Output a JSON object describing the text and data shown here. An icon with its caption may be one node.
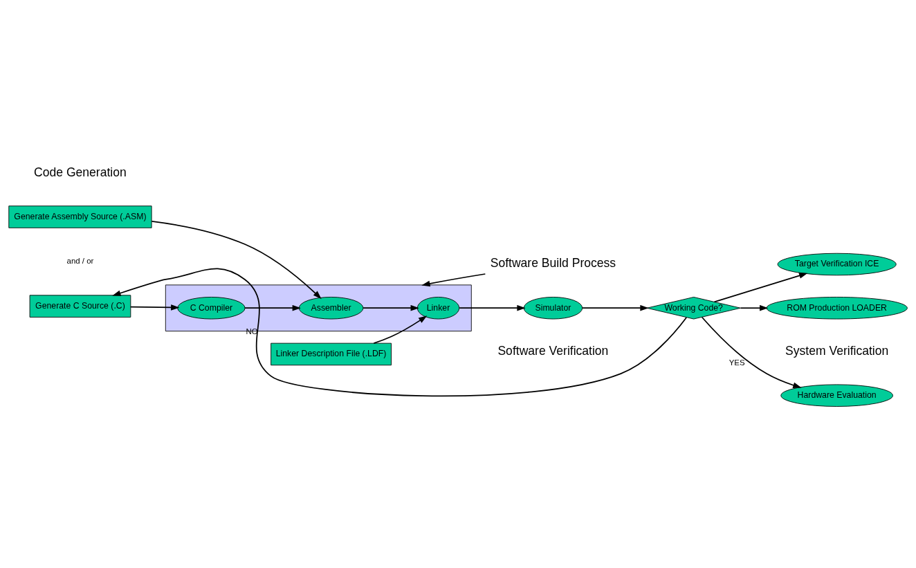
{
  "diagram": {
    "nodes": [
      {
        "text": [
          "Linker Description File (.LDF)"
        ]
      },
      {
        "text": [
          "Generate Assembly Source (.ASM)"
        ]
      },
      {
        "text": [],
        "shape": "box"
      },
      {
        "text": [
          "Assembler"
        ],
        "in": 2
      },
      {
        "text": [
          "Linker"
        ],
        "in": 2
      },
      {
        "text": [
          "C Compiler"
        ],
        "in": 2
      },
      {
        "text": [
          "Software Build Process"
        ]
      },
      {
        "text": [
          "Generate C Source (.C)"
        ]
      },
      {
        "text": [
          "Simulator"
        ]
      },
      {
        "text": [
          "Hardware Evaluation"
        ]
      },
      {
        "text": [
          "Target Verification ICE"
        ]
      },
      {
        "text": [
          "Working Code?"
        ]
      },
      {
        "text": [
          "ROM Production LOADER"
        ]
      }
    ],
    "edges": [
      {
        "from": 1,
        "to": 3,
        "arrow": "to"
      },
      {
        "from": 7,
        "to": 5,
        "arrow": "to"
      },
      {
        "from": 5,
        "to": 3,
        "arrow": "to"
      },
      {
        "from": 3,
        "to": 4,
        "arrow": "to"
      },
      {
        "from": 0,
        "to": 4,
        "arrow": "to"
      },
      {
        "from": 6,
        "to": 2,
        "arrow": "to"
      },
      {
        "from": 4,
        "to": 8,
        "arrow": "to"
      },
      {
        "from": 8,
        "to": 11,
        "arrow": "to"
      },
      {
        "from": 11,
        "to": 7,
        "arrow": "to",
        "label": "NO"
      },
      {
        "from": 11,
        "to": 9,
        "arrow": "to",
        "label": "YES"
      },
      {
        "from": 11,
        "to": 10,
        "arrow": "to"
      },
      {
        "from": 11,
        "to": 12,
        "arrow": "to"
      }
    ],
    "labels": [
      "Code Generation",
      "and / or",
      "Software Verification",
      "System Verification"
    ]
  }
}
